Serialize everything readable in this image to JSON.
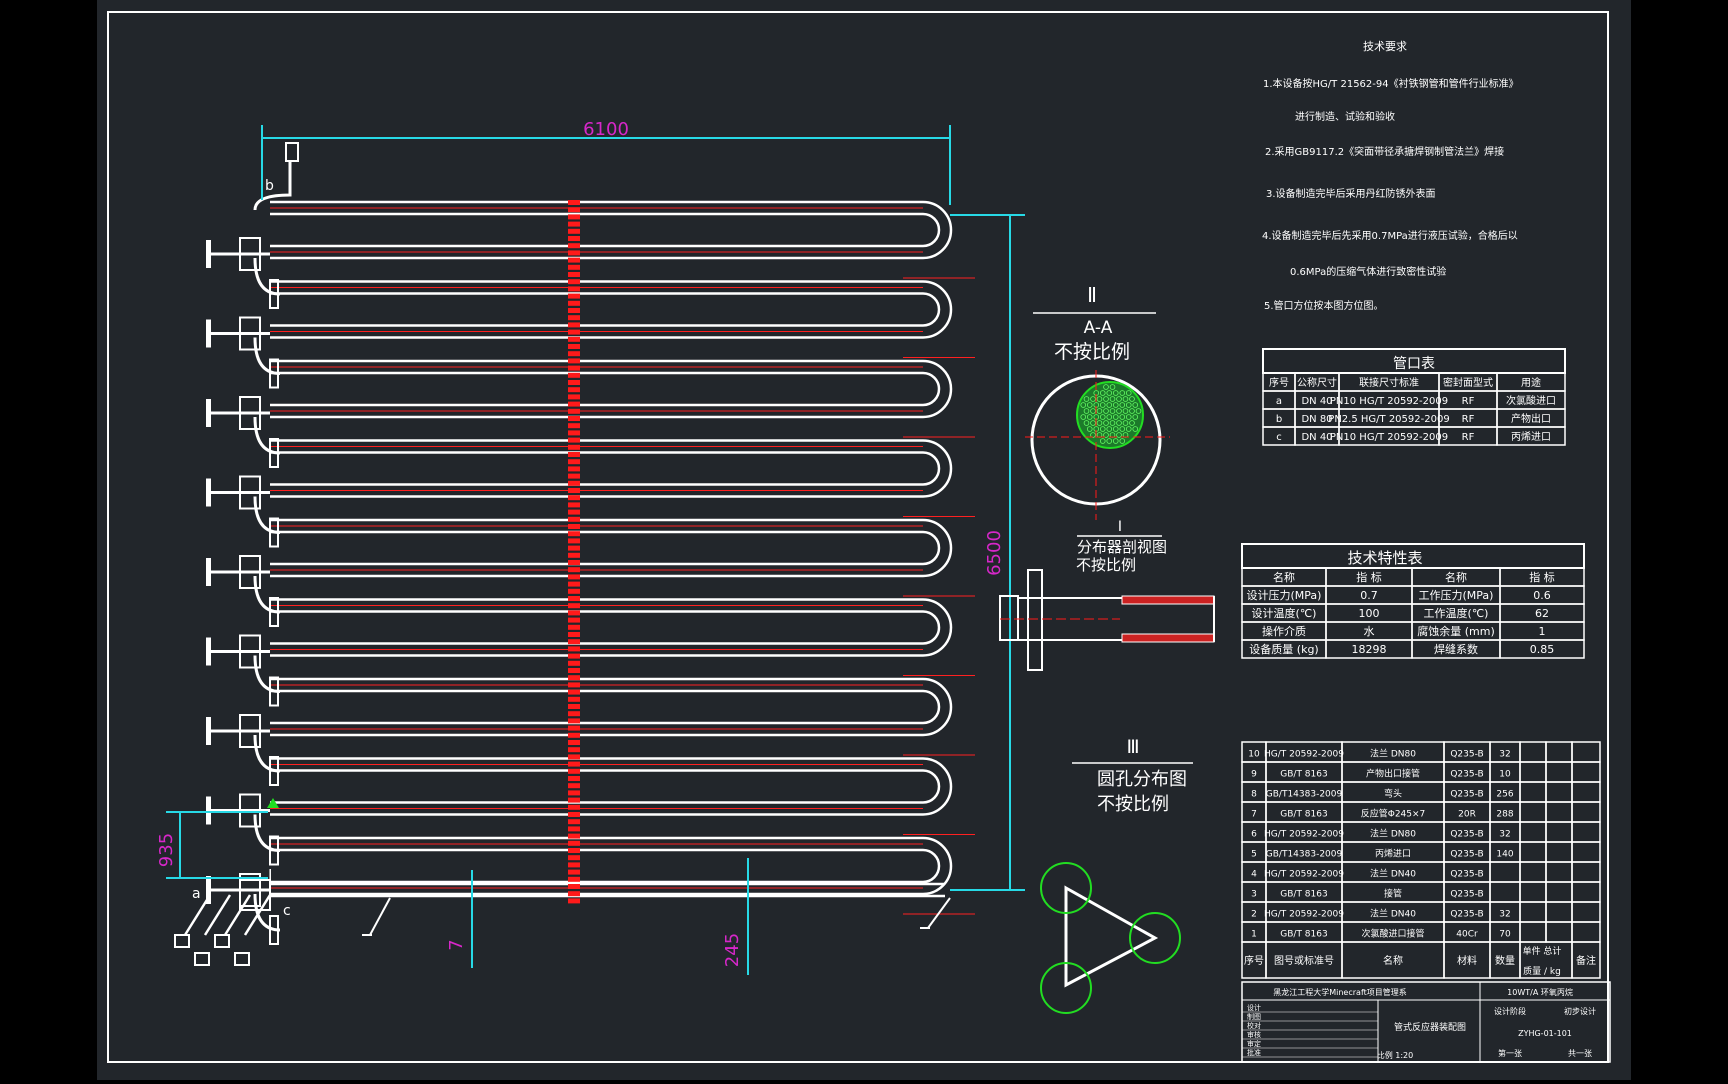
{
  "colors": {
    "background": "#22262b",
    "frame": "#ffffff",
    "dimension": "#27d9e6",
    "dimension_text": "#d627c9",
    "flange_red": "#ff1a1a",
    "tube_red": "#ff2020",
    "circle_green": "#22dd22"
  },
  "dimensions": {
    "width": "6100",
    "height": "6500",
    "pitch": "935",
    "small_gap": "7",
    "foot": "245"
  },
  "labels": {
    "b": "b",
    "a": "a",
    "c": "c",
    "mark_I": "I"
  },
  "section_aa": {
    "roman": "Ⅱ",
    "title": "A-A",
    "scale": "不按比例"
  },
  "distributor": {
    "roman": "I",
    "title": "分布器剖视图",
    "scale": "不按比例"
  },
  "hole_layout": {
    "roman": "Ⅲ",
    "title": "圆孔分布图",
    "scale": "不按比例"
  },
  "tech_requirements": {
    "title": "技术要求",
    "items": [
      "1.本设备按HG/T 21562-94《衬铁钢管和管件行业标准》",
      "进行制造、试验和验收",
      "2.采用GB9117.2《突面带径承搪焊钢制管法兰》焊接",
      "3.设备制造完毕后采用丹红防锈外表面",
      "4.设备制造完毕后先采用0.7MPa进行液压试验，合格后以",
      "0.6MPa的压缩气体进行致密性试验",
      "5.管口方位按本图方位图。"
    ]
  },
  "nozzle_table": {
    "title": "管口表",
    "headers": [
      "序号",
      "公称尺寸",
      "联接尺寸标准",
      "密封面型式",
      "用途"
    ],
    "rows": [
      [
        "a",
        "DN 40",
        "PN10 HG/T 20592-2009",
        "RF",
        "次氯酸进口"
      ],
      [
        "b",
        "DN 80",
        "PN2.5 HG/T 20592-2009",
        "RF",
        "产物出口"
      ],
      [
        "c",
        "DN 40",
        "PN10 HG/T 20592-2009",
        "RF",
        "丙烯进口"
      ]
    ]
  },
  "spec_table": {
    "title": "技术特性表",
    "headers": [
      "名称",
      "指 标",
      "名称",
      "指 标"
    ],
    "rows": [
      [
        "设计压力(MPa)",
        "0.7",
        "工作压力(MPa)",
        "0.6"
      ],
      [
        "设计温度(℃)",
        "100",
        "工作温度(℃)",
        "62"
      ],
      [
        "操作介质",
        "水",
        "腐蚀余量 (mm)",
        "1"
      ],
      [
        "设备质量 (kg)",
        "18298",
        "焊缝系数",
        "0.85"
      ]
    ]
  },
  "parts_list": {
    "rows": [
      [
        "10",
        "HG/T 20592-2009",
        "法兰 DN80",
        "Q235-B",
        "32"
      ],
      [
        "9",
        "GB/T 8163",
        "产物出口接管",
        "Q235-B",
        "10"
      ],
      [
        "8",
        "GB/T14383-2009",
        "弯头",
        "Q235-B",
        "256"
      ],
      [
        "7",
        "GB/T 8163",
        "反应管Φ245×7",
        "20R",
        "288"
      ],
      [
        "6",
        "HG/T 20592-2009",
        "法兰 DN80",
        "Q235-B",
        "32"
      ],
      [
        "5",
        "GB/T14383-2009",
        "丙烯进口",
        "Q235-B",
        "140"
      ],
      [
        "4",
        "HG/T 20592-2009",
        "法兰 DN40",
        "Q235-B",
        ""
      ],
      [
        "3",
        "GB/T 8163",
        "接管",
        "Q235-B",
        ""
      ],
      [
        "2",
        "HG/T 20592-2009",
        "法兰 DN40",
        "Q235-B",
        "32"
      ],
      [
        "1",
        "GB/T 8163",
        "次氯酸进口接管",
        "40Cr",
        "70"
      ]
    ],
    "headers": [
      "序号",
      "图号或标准号",
      "名称",
      "材料",
      "数量",
      "单件",
      "总计",
      "备注"
    ],
    "weight_label": "质量 / kg"
  },
  "title_block": {
    "school": "黑龙江工程大学Minecraft项目管理系",
    "drawing_name": "管式反应器装配图",
    "drawing_no": "ZYHG-01-101",
    "design_stage": "设计阶段",
    "preliminary": "初步设计",
    "capacity": "10WT/A 环氧丙烷",
    "sheet": "第一张",
    "sheets": "共一张",
    "roles": [
      "设计",
      "制图",
      "校对",
      "审核",
      "审定",
      "批准"
    ],
    "ratio": "比例",
    "ratio_value": "1:20"
  }
}
